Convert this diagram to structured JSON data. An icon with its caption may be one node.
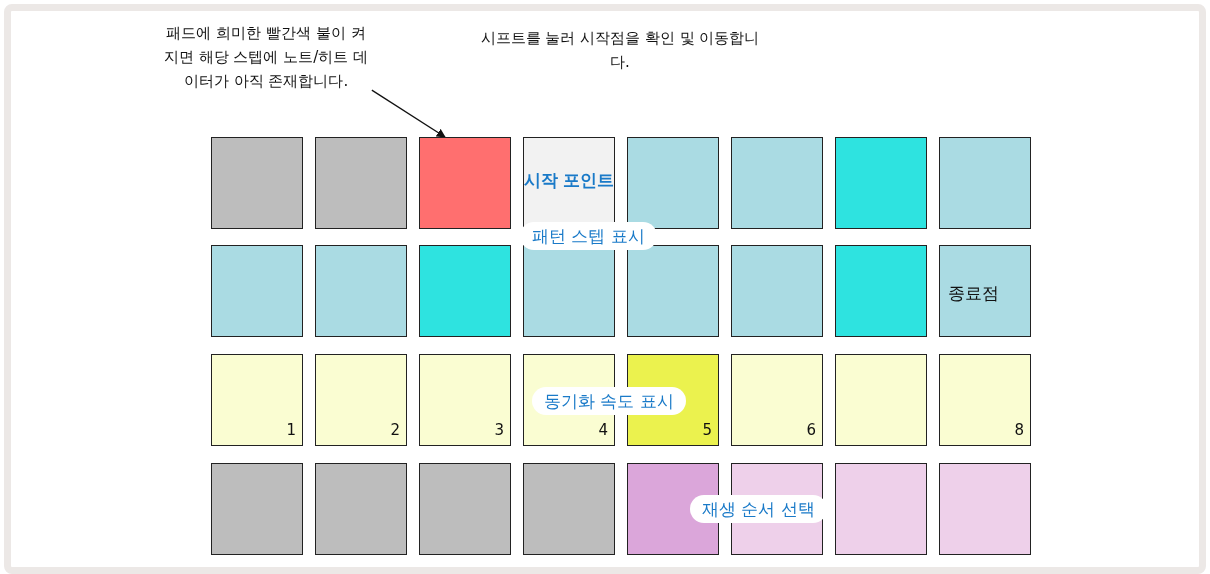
{
  "diagram": {
    "nodes": [
      {
        "text": [
          "패드에 희미한 빨간색 불이 켜지면 해당 스텝에 노트/히트 데이터가 아직 존재합니다."
        ]
      },
      {
        "text": [],
        "shape": "box"
      },
      {
        "text": [],
        "shape": "box"
      },
      {
        "text": [],
        "shape": "box"
      },
      {
        "text": [],
        "shape": "box"
      },
      {
        "text": [],
        "shape": "box"
      },
      {
        "text": [],
        "shape": "box"
      },
      {
        "text": [],
        "shape": "box"
      },
      {
        "text": [],
        "shape": "box"
      },
      {
        "text": [],
        "shape": "box"
      },
      {
        "text": [],
        "shape": "box"
      },
      {
        "text": [],
        "shape": "box"
      },
      {
        "text": [],
        "shape": "box"
      },
      {
        "text": [],
        "shape": "box"
      },
      {
        "text": [],
        "shape": "box"
      },
      {
        "text": [],
        "shape": "box"
      },
      {
        "text": [
          "종료점"
        ]
      },
      {
        "text": [
          "1"
        ]
      },
      {
        "text": [
          "2"
        ]
      },
      {
        "text": [
          "3"
        ]
      },
      {
        "text": [
          "4"
        ]
      },
      {
        "text": [
          "5"
        ]
      },
      {
        "text": [
          "6"
        ]
      },
      {
        "text": [],
        "shape": "box"
      },
      {
        "text": [
          "8"
        ]
      },
      {
        "text": [],
        "shape": "box"
      },
      {
        "text": [],
        "shape": "box"
      },
      {
        "text": [],
        "shape": "box"
      },
      {
        "text": [],
        "shape": "box"
      },
      {
        "text": [],
        "shape": "box"
      },
      {
        "text": [],
        "shape": "box"
      },
      {
        "text": [],
        "shape": "box"
      },
      {
        "text": [],
        "shape": "box"
      }
    ],
    "edges": [
      {
        "from": 0,
        "to": 3,
        "arrow": "to"
      }
    ],
    "labels": [
      "시프트를 눌러 시작점을 확인 및 이동합니다.",
      "시작 포인트",
      "패턴 스텝 표시",
      "동기화 속도 표시",
      "재생 순서 선택"
    ]
  }
}
